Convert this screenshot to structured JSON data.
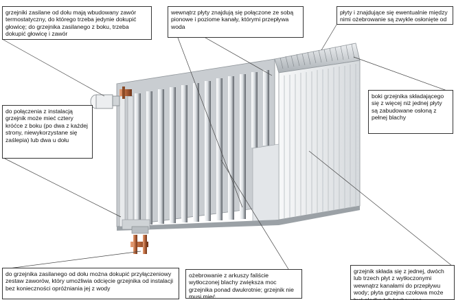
{
  "colors": {
    "callout_border": "#333333",
    "radiator_light": "#f2f4f5",
    "radiator_shade": "#9ea3a8",
    "pipe_copper": "#a8623a"
  },
  "icons": {
    "valve": "thermostatic-valve-head",
    "fitting": "copper-valve-fitting"
  },
  "callouts": {
    "top_left": "grzejniki zasilane od dołu mają wbudowany zawór termostatyczny, do którego trzeba jedynie dokupić głowicę; do grzejnika zasilanego z boku, trzeba dokupić głowicę i zawór",
    "top_middle": "wewnątrz płyty znajdują się połączone ze sobą pionowe i poziome kanały, którymi przepływa woda",
    "top_right": "płyty i znajdujące się ewentualnie między nimi ożebrowanie są zwykle osłonięte od góry",
    "middle_left": "do połączenia z instalacją grzejnik może mieć cztery króćce z boku (po dwa z każdej strony, niewykorzystane się zaślepia) lub dwa u dołu",
    "middle_right": "boki grzejnika składającego się z więcej niż jednej płyty są zabudowane osłoną z pełnej blachy",
    "bottom_left": "do grzejnika zasilanego od dołu można dokupić przyłączeniowy zestaw zaworów, który umożliwia odcięcie grzejnika od instalacji bez konieczności opróżniania jej z wody",
    "bottom_middle": "ożebrowanie z arkuszy faliście wytłoczonej blachy zwiększa moc grzejnika ponad dwukrotnie; grzejnik nie musi mieć",
    "bottom_right": "grzejnik składa się z jednej, dwóch lub trzech płyt z wytłoczonymi wewnątrz kanałami do przepływu wody; płyta grzejna czołowa może być gładka lub karbowana"
  }
}
